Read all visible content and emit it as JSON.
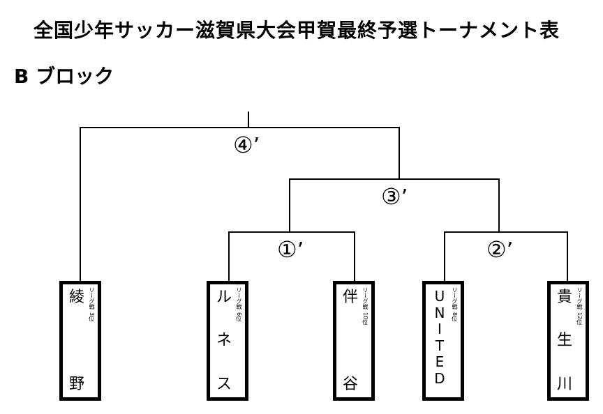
{
  "title": "全国少年サッカー滋賀県大会甲賀最終予選トーナメント表",
  "block": "B ブロック",
  "matches": [
    {
      "num": "④",
      "mark": "’"
    },
    {
      "num": "③",
      "mark": "’"
    },
    {
      "num": "①",
      "mark": "’"
    },
    {
      "num": "②",
      "mark": "’"
    }
  ],
  "teams": [
    {
      "chars": [
        "綾",
        "野"
      ],
      "rank_label": "リーグ戦",
      "rank_num": "3",
      "rank_suffix": "位"
    },
    {
      "chars": [
        "ル",
        "ネ",
        "ス"
      ],
      "rank_label": "リーグ戦",
      "rank_num": "6",
      "rank_suffix": "位"
    },
    {
      "chars": [
        "伴",
        "谷"
      ],
      "rank_label": "リーグ戦",
      "rank_num": "10",
      "rank_suffix": "位"
    },
    {
      "chars": [
        "U",
        "N",
        "I",
        "T",
        "E",
        "D"
      ],
      "rank_label": "リーグ戦",
      "rank_num": "8",
      "rank_suffix": "位"
    },
    {
      "chars": [
        "貴",
        "生",
        "川"
      ],
      "rank_label": "リーグ戦",
      "rank_num": "12",
      "rank_suffix": "位"
    }
  ]
}
